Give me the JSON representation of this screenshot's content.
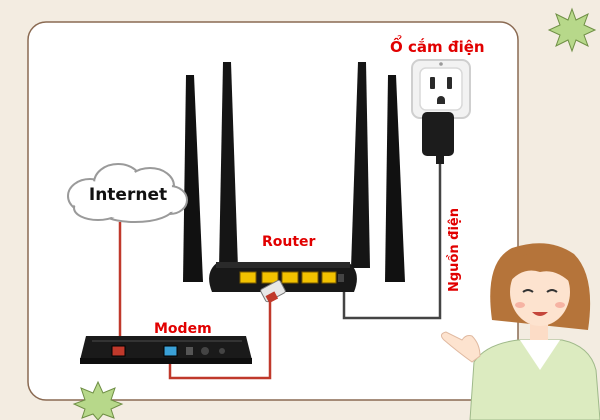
{
  "labels": {
    "outlet": "Ổ cắm điện",
    "router": "Router",
    "power": "Nguồn điện",
    "modem": "Modem",
    "internet": "Internet"
  },
  "colors": {
    "background": "#f3ece1",
    "card": "#ffffff",
    "card_border": "#8a6a52",
    "label_red": "#e10000",
    "device": "#151515",
    "cable": "#444444",
    "cable_red": "#c0392b",
    "port_yellow": "#f2c200",
    "port_blue": "#3aa0d6",
    "burst": "#b7d88a"
  },
  "icons": [
    "cloud-icon",
    "power-outlet-icon",
    "power-adapter-icon",
    "router-icon",
    "modem-icon",
    "starburst-icon",
    "woman-illustration"
  ]
}
